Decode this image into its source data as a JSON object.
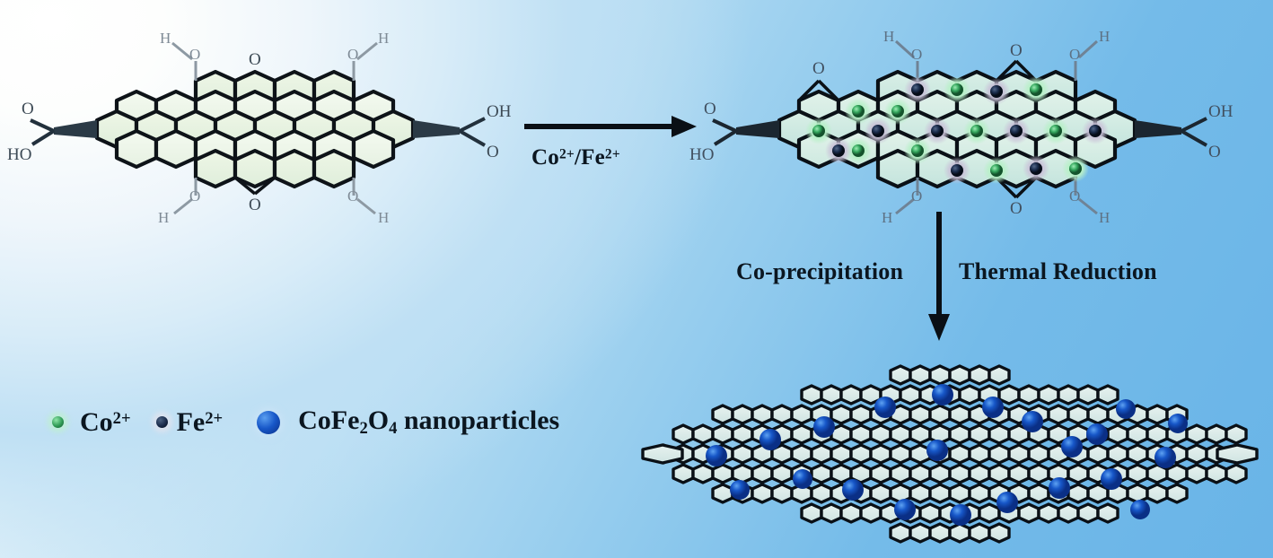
{
  "figure": {
    "type": "reaction-scheme",
    "subject": "Synthesis of CoFe2O4 nanoparticle decorated reduced graphene oxide from graphene oxide",
    "background": {
      "from": "#ffffff",
      "to": "#69b4e7",
      "direction": "top-left to right"
    }
  },
  "arrows": {
    "horizontal": {
      "label_parts": {
        "first": "Co",
        "first_charge": "2+",
        "slash": "/",
        "second": "Fe",
        "second_charge": "2+"
      },
      "label_plain": "Co2+/Fe2+",
      "direction": "right"
    },
    "vertical": {
      "label_left": "Co-precipitation",
      "label_right": "Thermal Reduction",
      "direction": "down"
    }
  },
  "legend": {
    "items": [
      {
        "marker": "co-ion-dot",
        "label_main": "Co",
        "label_charge": "2+",
        "color": "#2f9b55"
      },
      {
        "marker": "fe-ion-dot",
        "label_main": "Fe",
        "label_charge": "2+",
        "color": "#192a4a"
      },
      {
        "marker": "nanoparticle-sphere",
        "label_main": "CoFe",
        "label_sub1": "2",
        "label_mid": "O",
        "label_sub2": "4",
        "label_tail": " nanoparticles",
        "color": "#1757c8"
      }
    ]
  },
  "structures": {
    "graphene_oxide": {
      "name": "Graphene oxide sheet",
      "groups": {
        "left_carboxyl_top": "O",
        "left_carboxyl_bottom": "HO",
        "right_carboxyl_top": "OH",
        "right_carboxyl_bottom": "O",
        "top_hydroxyl_left_h": "H",
        "top_hydroxyl_left_o": "O",
        "top_epoxide_o": "O",
        "top_hydroxyl_right_o": "O",
        "top_hydroxyl_right_h": "H",
        "bottom_hydroxyl_left_o": "O",
        "bottom_hydroxyl_left_h": "H",
        "bottom_epoxide_o": "O",
        "bottom_hydroxyl_right_o": "O",
        "bottom_hydroxyl_right_h": "H"
      }
    },
    "go_with_ions": {
      "name": "Graphene oxide with adsorbed Co2+ and Fe2+ ions",
      "co_ion_count": 11,
      "fe_ion_count": 9,
      "groups": {
        "left_carboxyl_top": "O",
        "left_carboxyl_bottom": "HO",
        "right_carboxyl_top": "OH",
        "right_carboxyl_bottom": "O",
        "top_hydroxyl_left_h": "H",
        "top_hydroxyl_left_o": "O",
        "top_epoxide_o": "O",
        "top_epoxide_o2": "O",
        "top_hydroxyl_right_o": "O",
        "top_hydroxyl_right_h": "H",
        "bottom_hydroxyl_left_o": "O",
        "bottom_hydroxyl_left_h": "H",
        "bottom_epoxide_o": "O",
        "bottom_hydroxyl_right_o": "O",
        "bottom_hydroxyl_right_h": "H"
      }
    },
    "rgo_product": {
      "name": "CoFe2O4 nanoparticle decorated reduced graphene oxide",
      "nanoparticle_count": 22,
      "shape": "lens"
    }
  }
}
